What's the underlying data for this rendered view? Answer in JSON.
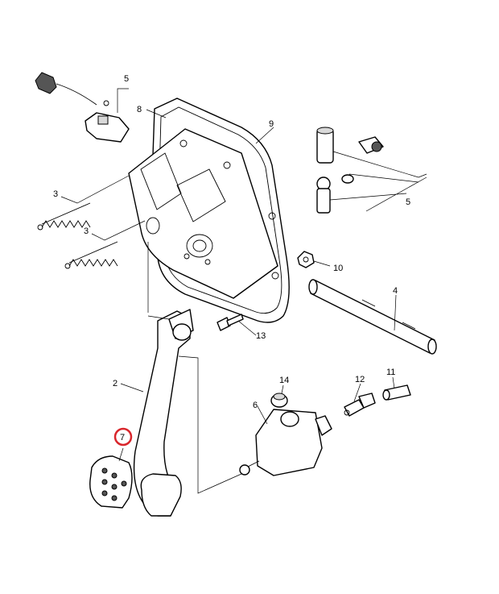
{
  "callouts": [
    {
      "id": "c1",
      "text": "2"
    },
    {
      "id": "c2",
      "text": "3"
    },
    {
      "id": "c3",
      "text": "3"
    },
    {
      "id": "c4",
      "text": "4"
    },
    {
      "id": "c5",
      "text": "5"
    },
    {
      "id": "c6",
      "text": "5"
    },
    {
      "id": "c7",
      "text": "6"
    },
    {
      "id": "c8",
      "text": "7"
    },
    {
      "id": "c9",
      "text": "8"
    },
    {
      "id": "c10",
      "text": "9"
    },
    {
      "id": "c11",
      "text": "10"
    },
    {
      "id": "c12",
      "text": "11"
    },
    {
      "id": "c13",
      "text": "12"
    },
    {
      "id": "c14",
      "text": "13"
    },
    {
      "id": "c15",
      "text": "14"
    }
  ],
  "highlight": {
    "color": "#d9262c"
  }
}
